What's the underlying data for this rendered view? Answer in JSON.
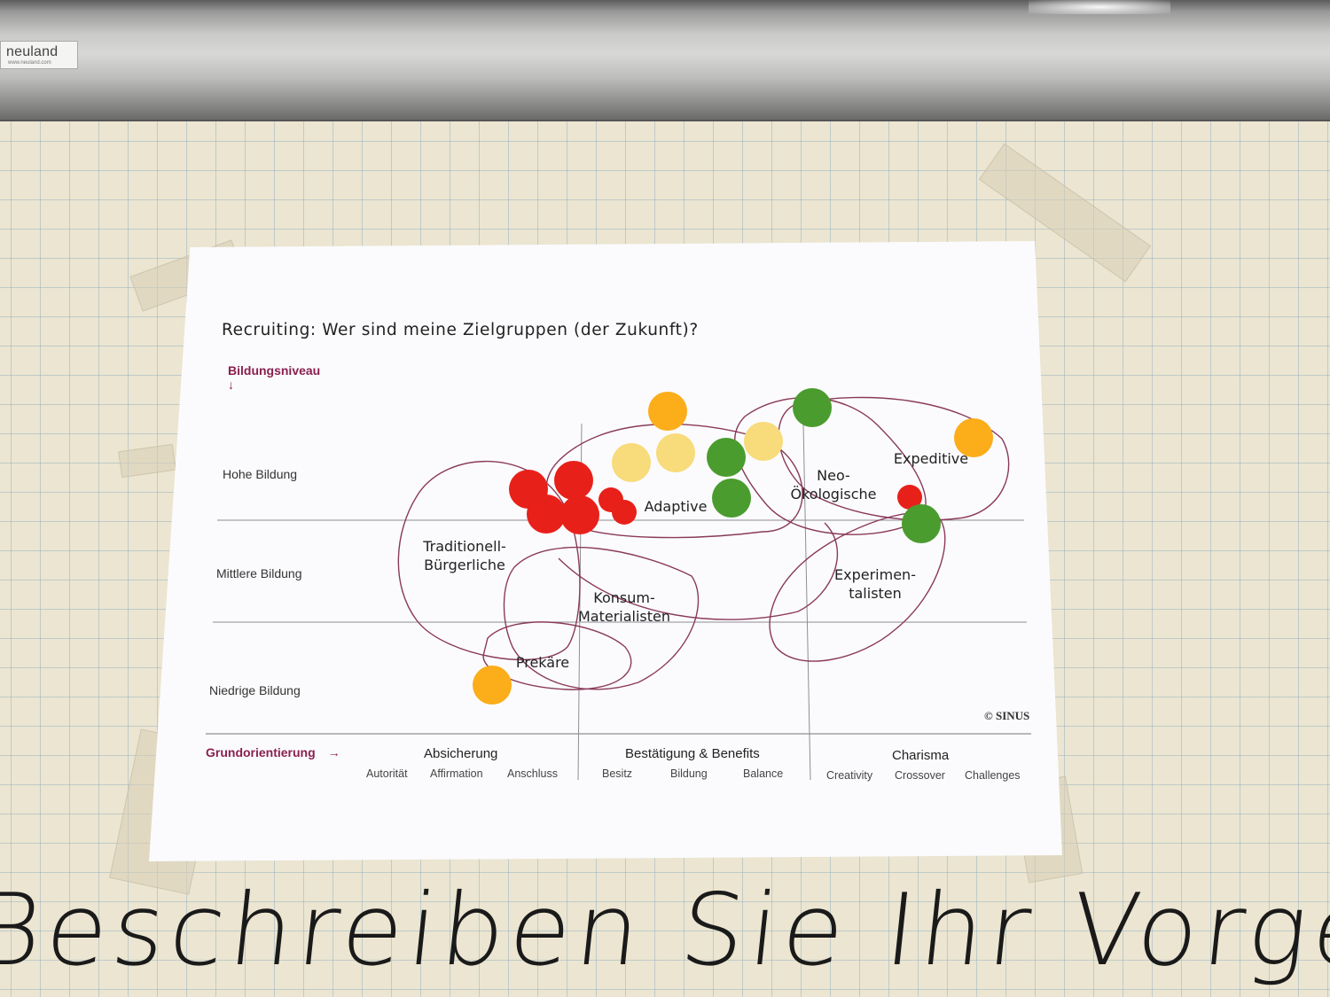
{
  "flipchart": {
    "brand_name": "neuland",
    "brand_url": "www.neuland.com",
    "handwriting": "Beschreiben Sie Ihr Vorgehen:"
  },
  "poster": {
    "title": "Recruiting: Wer sind meine Zielgruppen (der Zukunft)?",
    "y_axis_label": "Bildungsniveau",
    "y_axis_arrow": "↓",
    "x_axis_label": "Grundorientierung",
    "x_axis_arrow": "→",
    "rows": [
      "Hohe Bildung",
      "Mittlere Bildung",
      "Niedrige Bildung"
    ],
    "columns": [
      {
        "label": "Absicherung",
        "subs": [
          "Autorität",
          "Affirmation",
          "Anschluss"
        ]
      },
      {
        "label": "Bestätigung & Benefits",
        "subs": [
          "Besitz",
          "Bildung",
          "Balance"
        ]
      },
      {
        "label": "Charisma",
        "subs": [
          "Creativity",
          "Crossover",
          "Challenges"
        ]
      }
    ],
    "segments": {
      "traditionell": "Traditionell-\nBürgerliche",
      "adaptive": "Adaptive",
      "neo": "Neo-\nÖkologische",
      "expeditive": "Expeditive",
      "experimentalisten": "Experimen-\ntalisten",
      "konsum": "Konsum-\nMaterialisten",
      "prekaere": "Prekäre"
    },
    "copyright": "© SINUS"
  },
  "colors": {
    "ellipse_stroke": "#8a3a5a",
    "accent_label": "#8a2050",
    "dot_red": "#e8201a",
    "dot_orange": "#fbad1a",
    "dot_yellow": "#f8db7a",
    "dot_green": "#4a9c2e"
  },
  "stickers": [
    {
      "color": "red",
      "segment": "Traditionell-Bürgerliche"
    },
    {
      "color": "red",
      "segment": "Traditionell-Bürgerliche"
    },
    {
      "color": "red",
      "segment": "Traditionell-Bürgerliche"
    },
    {
      "color": "red",
      "segment": "Traditionell-Bürgerliche"
    },
    {
      "color": "red",
      "segment": "Adaptive"
    },
    {
      "color": "red",
      "segment": "Adaptive"
    },
    {
      "color": "orange",
      "segment": "Adaptive"
    },
    {
      "color": "yellow",
      "segment": "Adaptive"
    },
    {
      "color": "yellow",
      "segment": "Adaptive"
    },
    {
      "color": "green",
      "segment": "Adaptive"
    },
    {
      "color": "green",
      "segment": "Adaptive"
    },
    {
      "color": "yellow",
      "segment": "Neo-Ökologische"
    },
    {
      "color": "green",
      "segment": "Neo-Ökologische"
    },
    {
      "color": "orange",
      "segment": "Expeditive"
    },
    {
      "color": "red",
      "segment": "Expeditive"
    },
    {
      "color": "green",
      "segment": "Experimentalisten"
    },
    {
      "color": "orange",
      "segment": "Prekäre"
    }
  ]
}
